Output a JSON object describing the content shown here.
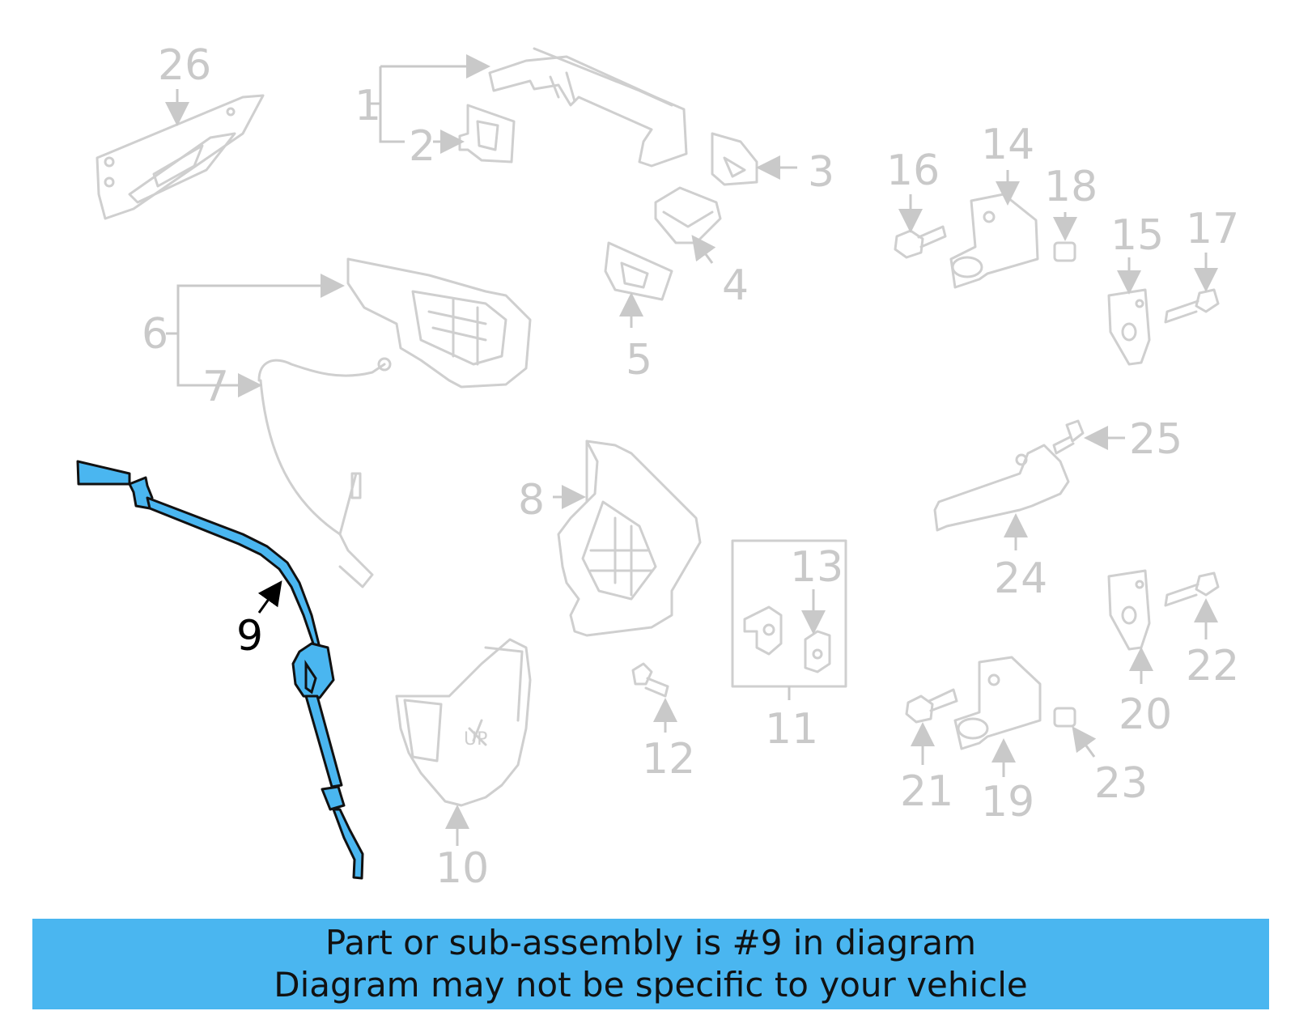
{
  "callouts": [
    "1",
    "2",
    "3",
    "4",
    "5",
    "6",
    "7",
    "8",
    "9",
    "10",
    "11",
    "12",
    "13",
    "14",
    "15",
    "16",
    "17",
    "18",
    "19",
    "20",
    "21",
    "22",
    "23",
    "24",
    "25",
    "26"
  ],
  "highlighted_part": "9",
  "colors": {
    "highlight_fill": "#4ab6f0",
    "parts_stroke": "#cfcfcf",
    "callout_text": "#c9c9c9",
    "banner_bg": "#4ab6f0"
  },
  "banner": {
    "line1": "Part or sub-assembly is #9 in diagram",
    "line2": "Diagram may not be specific to your vehicle"
  }
}
